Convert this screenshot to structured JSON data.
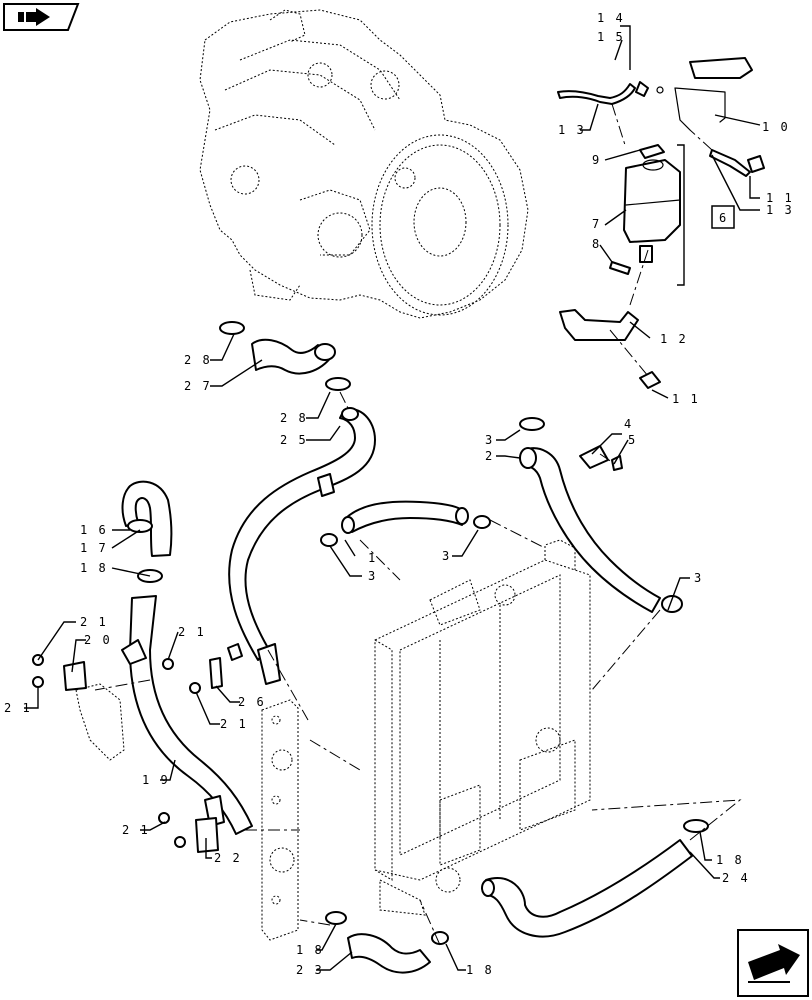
{
  "diagram": {
    "labels": [
      {
        "id": "14",
        "text": "1 4"
      },
      {
        "id": "15",
        "text": "1 5"
      },
      {
        "id": "10",
        "text": "1 0"
      },
      {
        "id": "13a",
        "text": "1 3"
      },
      {
        "id": "9",
        "text": "9"
      },
      {
        "id": "11a",
        "text": "1 1"
      },
      {
        "id": "13b",
        "text": "1 3"
      },
      {
        "id": "6",
        "text": "6"
      },
      {
        "id": "7",
        "text": "7"
      },
      {
        "id": "8",
        "text": "8"
      },
      {
        "id": "12",
        "text": "1 2"
      },
      {
        "id": "11b",
        "text": "1 1"
      },
      {
        "id": "28a",
        "text": "2 8"
      },
      {
        "id": "27",
        "text": "2 7"
      },
      {
        "id": "28b",
        "text": "2 8"
      },
      {
        "id": "25",
        "text": "2 5"
      },
      {
        "id": "3a",
        "text": "3"
      },
      {
        "id": "4",
        "text": "4"
      },
      {
        "id": "5",
        "text": "5"
      },
      {
        "id": "2",
        "text": "2"
      },
      {
        "id": "16",
        "text": "1 6"
      },
      {
        "id": "17",
        "text": "1 7"
      },
      {
        "id": "1",
        "text": "1"
      },
      {
        "id": "3b",
        "text": "3"
      },
      {
        "id": "3c",
        "text": "3"
      },
      {
        "id": "3d",
        "text": "3"
      },
      {
        "id": "18a",
        "text": "1 8"
      },
      {
        "id": "21a",
        "text": "2 1"
      },
      {
        "id": "20",
        "text": "2 0"
      },
      {
        "id": "21b",
        "text": "2 1"
      },
      {
        "id": "21c",
        "text": "2 1"
      },
      {
        "id": "26",
        "text": "2 6"
      },
      {
        "id": "21d",
        "text": "2 1"
      },
      {
        "id": "19",
        "text": "1 9"
      },
      {
        "id": "21e",
        "text": "2 1"
      },
      {
        "id": "22",
        "text": "2 2"
      },
      {
        "id": "18b",
        "text": "1 8"
      },
      {
        "id": "24",
        "text": "2 4"
      },
      {
        "id": "18c",
        "text": "1 8"
      },
      {
        "id": "23",
        "text": "2 3"
      },
      {
        "id": "18d",
        "text": "1 8"
      }
    ]
  },
  "icons": {
    "top_left": "book-arrow-icon",
    "bottom_right": "next-page-arrow-icon"
  }
}
